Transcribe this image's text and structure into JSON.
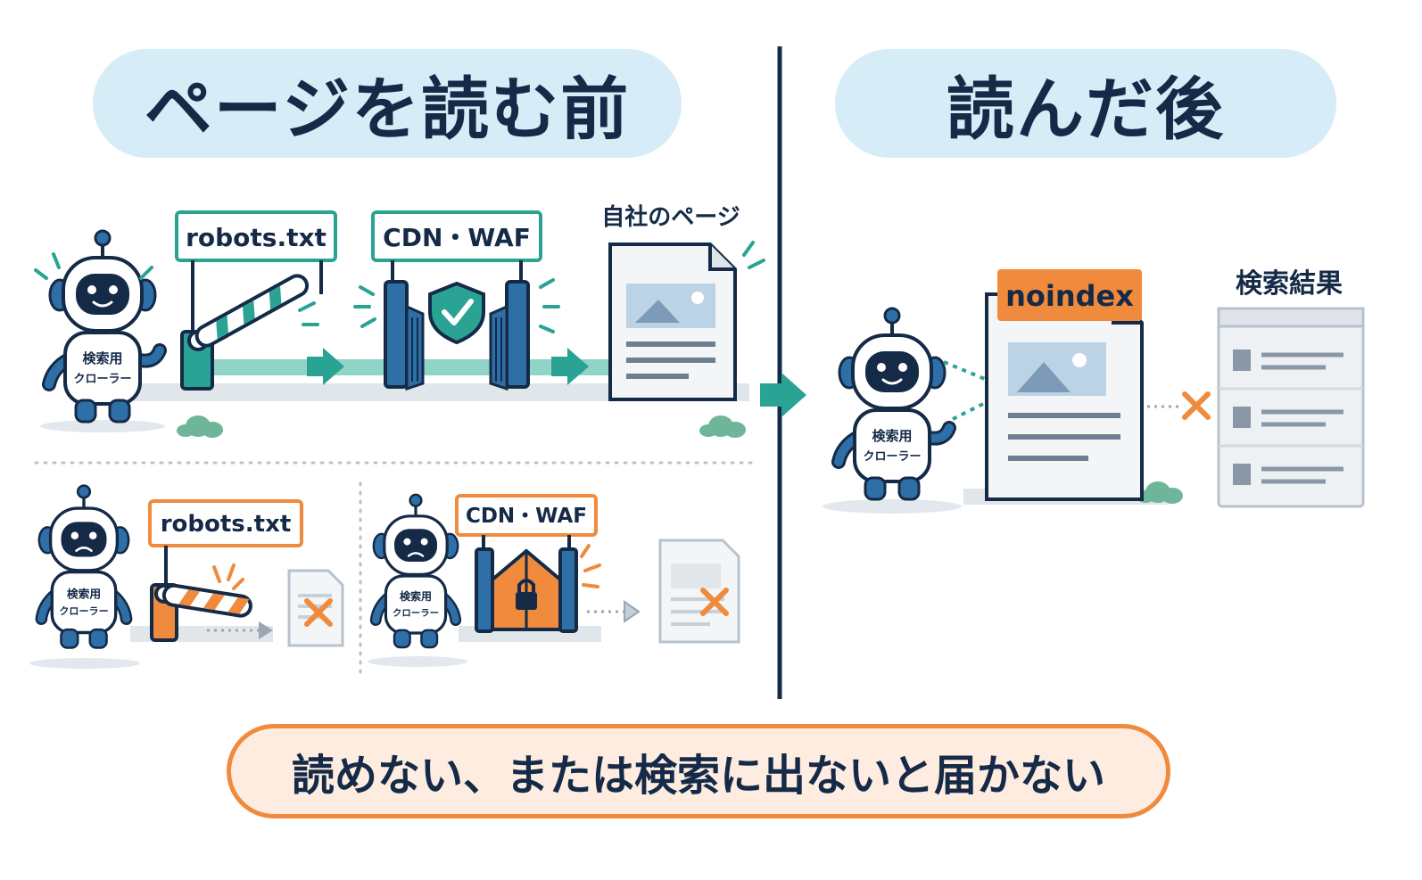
{
  "headings": {
    "before": "ページを読む前",
    "after": "読んだ後"
  },
  "labels": {
    "robots_top": "robots.txt",
    "cdn_top": "CDN・WAF",
    "own_page": "自社のページ",
    "robots_bottom": "robots.txt",
    "cdn_bottom": "CDN・WAF",
    "noindex": "noindex",
    "search_results": "検索結果"
  },
  "crawler": {
    "line1": "検索用",
    "line2": "クローラー"
  },
  "banner": "読めない、または検索に出ないと届かない",
  "colors": {
    "navy": "#142a47",
    "teal": "#2aa394",
    "orange": "#f08a3c",
    "light_blue": "#d6ecf7",
    "banner_bg": "#fdecdf",
    "gray": "#c9d0d8"
  }
}
